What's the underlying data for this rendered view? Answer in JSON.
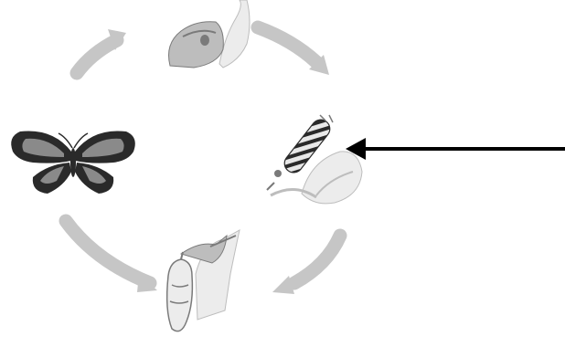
{
  "diagram": {
    "type": "life-cycle",
    "stages": [
      {
        "name": "egg",
        "icon": "egg-on-leaf-icon"
      },
      {
        "name": "caterpillar",
        "icon": "caterpillar-on-leaf-icon"
      },
      {
        "name": "chrysalis",
        "icon": "chrysalis-icon"
      },
      {
        "name": "butterfly",
        "icon": "butterfly-icon"
      }
    ],
    "cycle_direction": "clockwise",
    "pointer_target": "caterpillar",
    "colors": {
      "background": "#ffffff",
      "cycle_arrow": "#c6c6c6",
      "pointer_arrow": "#000000",
      "leaf_light": "#ececec",
      "leaf_mid": "#bdbdbd",
      "leaf_dark": "#7a7a7a",
      "wing_dark": "#2a2a2a",
      "wing_light": "#8a8a8a"
    }
  }
}
